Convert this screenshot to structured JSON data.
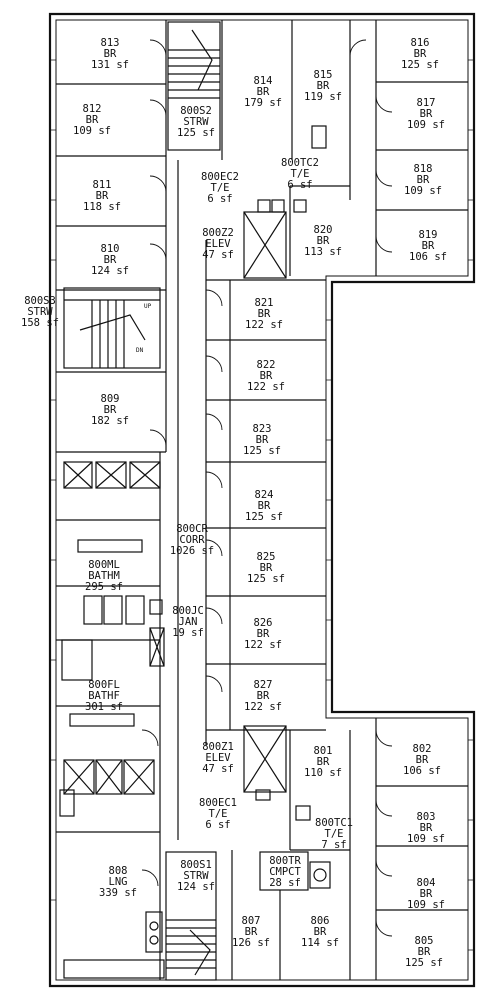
{
  "rooms": [
    {
      "id": "813",
      "use": "BR",
      "area": "131 sf"
    },
    {
      "id": "812",
      "use": "BR",
      "area": "109 sf"
    },
    {
      "id": "811",
      "use": "BR",
      "area": "118 sf"
    },
    {
      "id": "810",
      "use": "BR",
      "area": "124 sf"
    },
    {
      "id": "800S3",
      "use": "STRW",
      "area": "158 sf"
    },
    {
      "id": "809",
      "use": "BR",
      "area": "182 sf"
    },
    {
      "id": "800ML",
      "use": "BATHM",
      "area": "295 sf"
    },
    {
      "id": "800FL",
      "use": "BATHF",
      "area": "301 sf"
    },
    {
      "id": "808",
      "use": "LNG",
      "area": "339 sf"
    },
    {
      "id": "800S2",
      "use": "STRW",
      "area": "125 sf"
    },
    {
      "id": "814",
      "use": "BR",
      "area": "179 sf"
    },
    {
      "id": "815",
      "use": "BR",
      "area": "119 sf"
    },
    {
      "id": "816",
      "use": "BR",
      "area": "125 sf"
    },
    {
      "id": "817",
      "use": "BR",
      "area": "109 sf"
    },
    {
      "id": "818",
      "use": "BR",
      "area": "109 sf"
    },
    {
      "id": "819",
      "use": "BR",
      "area": "106 sf"
    },
    {
      "id": "800EC2",
      "use": "T/E",
      "area": "6 sf"
    },
    {
      "id": "800TC2",
      "use": "T/E",
      "area": "6 sf"
    },
    {
      "id": "800Z2",
      "use": "ELEV",
      "area": "47 sf"
    },
    {
      "id": "820",
      "use": "BR",
      "area": "113 sf"
    },
    {
      "id": "821",
      "use": "BR",
      "area": "122 sf"
    },
    {
      "id": "822",
      "use": "BR",
      "area": "122 sf"
    },
    {
      "id": "823",
      "use": "BR",
      "area": "125 sf"
    },
    {
      "id": "824",
      "use": "BR",
      "area": "125 sf"
    },
    {
      "id": "800CR",
      "use": "CORR",
      "area": "1026 sf"
    },
    {
      "id": "825",
      "use": "BR",
      "area": "125 sf"
    },
    {
      "id": "800JC",
      "use": "JAN",
      "area": "19 sf"
    },
    {
      "id": "826",
      "use": "BR",
      "area": "122 sf"
    },
    {
      "id": "827",
      "use": "BR",
      "area": "122 sf"
    },
    {
      "id": "800Z1",
      "use": "ELEV",
      "area": "47 sf"
    },
    {
      "id": "801",
      "use": "BR",
      "area": "110 sf"
    },
    {
      "id": "802",
      "use": "BR",
      "area": "106 sf"
    },
    {
      "id": "800EC1",
      "use": "T/E",
      "area": "6 sf"
    },
    {
      "id": "800TC1",
      "use": "T/E",
      "area": "7 sf"
    },
    {
      "id": "803",
      "use": "BR",
      "area": "109 sf"
    },
    {
      "id": "800TR",
      "use": "CMPCT",
      "area": "28 sf"
    },
    {
      "id": "804",
      "use": "BR",
      "area": "109 sf"
    },
    {
      "id": "800S1",
      "use": "STRW",
      "area": "124 sf"
    },
    {
      "id": "807",
      "use": "BR",
      "area": "126 sf"
    },
    {
      "id": "806",
      "use": "BR",
      "area": "114 sf"
    },
    {
      "id": "805",
      "use": "BR",
      "area": "125 sf"
    }
  ],
  "stair_labels": {
    "up": "UP",
    "dn": "DN"
  }
}
